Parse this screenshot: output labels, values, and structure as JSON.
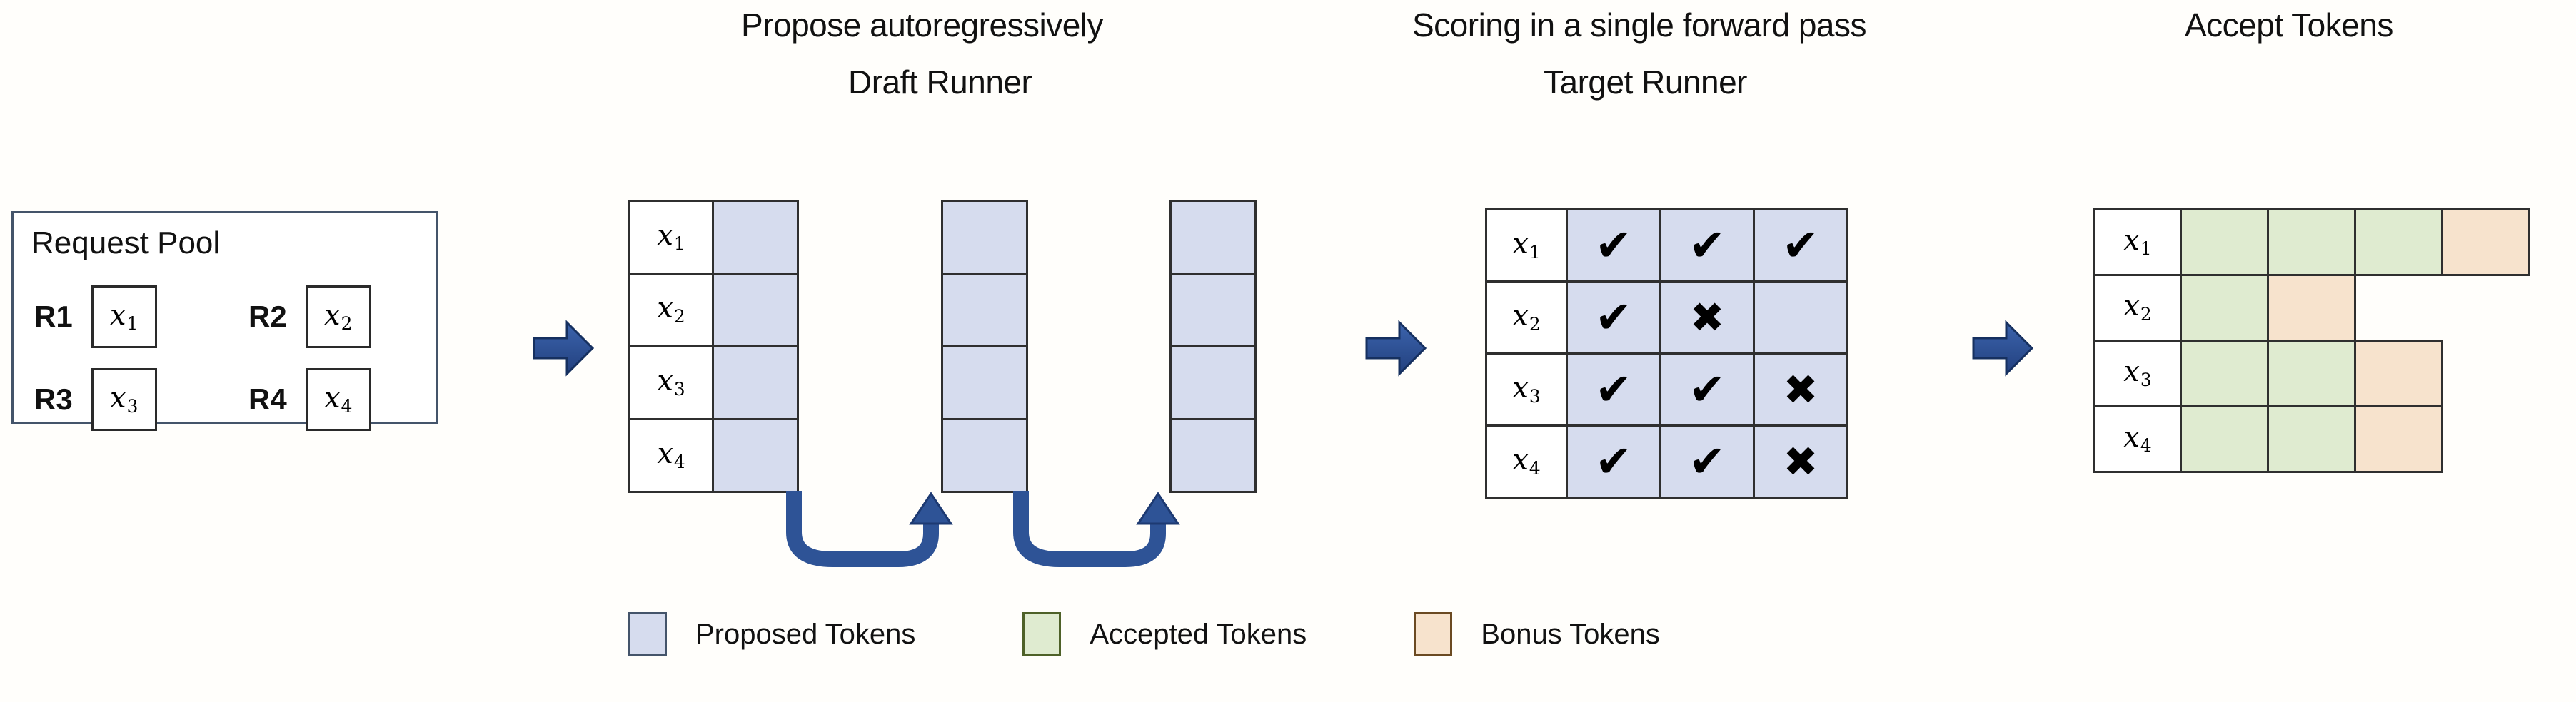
{
  "headings": {
    "propose": "Propose autoregressively",
    "draft_runner": "Draft Runner",
    "scoring": "Scoring in a single forward pass",
    "target_runner": "Target Runner",
    "accept_tokens": "Accept Tokens"
  },
  "request_pool": {
    "title": "Request Pool",
    "requests": [
      {
        "label": "R1",
        "token": "x",
        "sub": "1"
      },
      {
        "label": "R2",
        "token": "x",
        "sub": "2"
      },
      {
        "label": "R3",
        "token": "x",
        "sub": "3"
      },
      {
        "label": "R4",
        "token": "x",
        "sub": "4"
      }
    ]
  },
  "row_labels": [
    {
      "token": "x",
      "sub": "1"
    },
    {
      "token": "x",
      "sub": "2"
    },
    {
      "token": "x",
      "sub": "3"
    },
    {
      "token": "x",
      "sub": "4"
    }
  ],
  "draft_runner": {
    "steps": 3,
    "rows": 4,
    "cell_state": "proposed"
  },
  "target_runner": {
    "marks": [
      [
        "check",
        "check",
        "check"
      ],
      [
        "check",
        "cross",
        "none"
      ],
      [
        "check",
        "check",
        "cross"
      ],
      [
        "check",
        "check",
        "cross"
      ]
    ],
    "glyphs": {
      "check": "✔",
      "cross": "✖",
      "none": ""
    }
  },
  "accept_tokens": {
    "rows": [
      [
        "green",
        "green",
        "green",
        "orange"
      ],
      [
        "green",
        "orange"
      ],
      [
        "green",
        "green",
        "orange"
      ],
      [
        "green",
        "green",
        "orange"
      ]
    ]
  },
  "legend": [
    {
      "swatch": "blue",
      "label": "Proposed Tokens"
    },
    {
      "swatch": "green",
      "label": "Accepted Tokens"
    },
    {
      "swatch": "orange",
      "label": "Bonus Tokens"
    }
  ],
  "colors": {
    "proposed": "#d6dcee",
    "accepted": "#dfebd0",
    "bonus": "#f7e3cd",
    "arrow": "#2e5396",
    "border": "#2f2f2f",
    "pool_border": "#44546a"
  }
}
